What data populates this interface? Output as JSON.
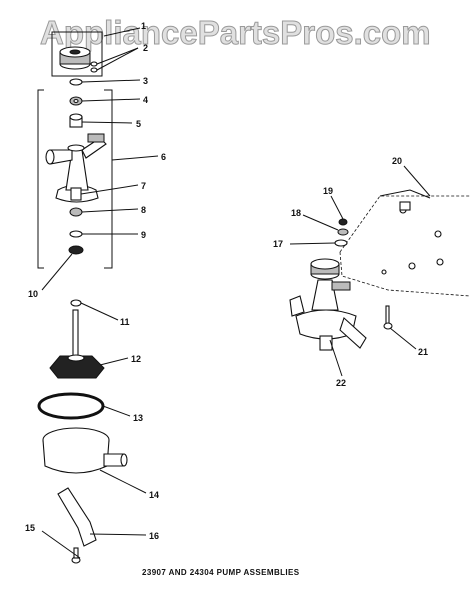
{
  "watermark": "AppliancePartsPros.com",
  "caption": "23907 AND 24304 PUMP ASSEMBLIES",
  "callouts": [
    "1",
    "2",
    "3",
    "4",
    "5",
    "6",
    "7",
    "8",
    "9",
    "10",
    "11",
    "12",
    "13",
    "14",
    "15",
    "16",
    "17",
    "18",
    "19",
    "20",
    "21",
    "22"
  ]
}
